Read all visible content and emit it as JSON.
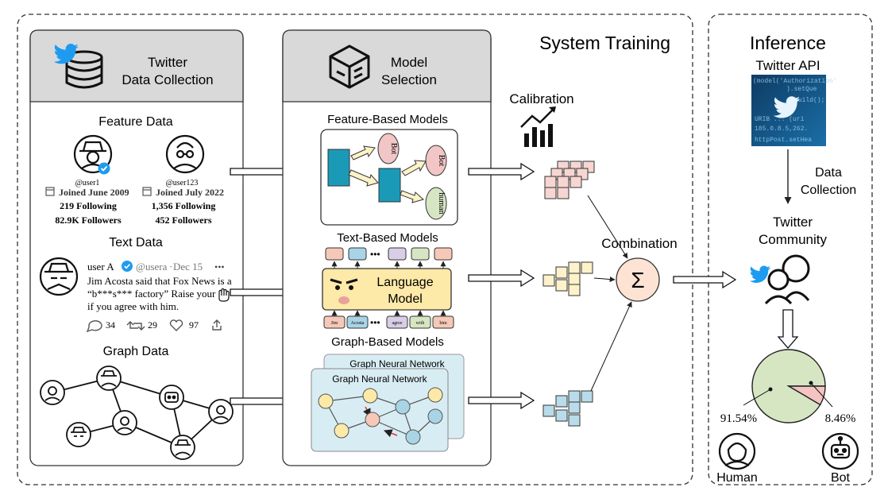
{
  "system_training": {
    "title": "System Training",
    "data_collection": {
      "title_line1": "Twitter",
      "title_line2": "Data Collection"
    },
    "model_selection": {
      "title_line1": "Model",
      "title_line2": "Selection"
    },
    "feature_data": {
      "title": "Feature Data",
      "users": [
        {
          "handle": "@user1",
          "joined": "Joined June 2009",
          "following": "219 Following",
          "followers": "82.9K Followers",
          "verified": true
        },
        {
          "handle": "@user123",
          "joined": "Joined July 2022",
          "following": "1,356 Following",
          "followers": "452 Followers",
          "verified": false
        }
      ]
    },
    "text_data": {
      "title": "Text Data",
      "tweet": {
        "name": "user A",
        "handle": "@usera",
        "date": "Dec 15",
        "menu": "•••",
        "line1": "Jim Acosta said that Fox News is a",
        "line2": "“b***s*** factory” Raise your",
        "line3": "if you agree with him.",
        "replies": "34",
        "retweets": "29",
        "likes": "97"
      }
    },
    "graph_data": {
      "title": "Graph Data"
    },
    "feature_models": {
      "title": "Feature-Based Models",
      "node_labels": [
        "Bot",
        "Bot",
        "human"
      ]
    },
    "text_models": {
      "title": "Text-Based Models",
      "lm_line1": "Language",
      "lm_line2": "Model",
      "ellipsis": "•••",
      "tokens": [
        "Jim",
        "Acosta",
        "agree",
        "with",
        "him"
      ]
    },
    "graph_models": {
      "title": "Graph-Based Models",
      "gnn_back": "Graph Neural Network",
      "gnn_front": "Graph Neural Network"
    },
    "calibration": "Calibration",
    "combination": "Combination",
    "sigma": "Σ"
  },
  "inference": {
    "title": "Inference",
    "api_label": "Twitter API",
    "api_code": [
      "(model('Authorization'",
      ").setQue",
      "build();",
      "URIB  ... (uri",
      "185.0.8.5,262.",
      "httpPost.setHea"
    ],
    "collection_line1": "Data",
    "collection_line2": "Collection",
    "community_line1": "Twitter",
    "community_line2": "Community",
    "pie": {
      "human_pct": "91.54%",
      "bot_pct": "8.46%",
      "human_label": "Human",
      "bot_label": "Bot"
    }
  },
  "chart_data": {
    "type": "pie",
    "slices": [
      {
        "label": "Human",
        "value": 91.54,
        "color": "#d6e6c3"
      },
      {
        "label": "Bot",
        "value": 8.46,
        "color": "#f3c4c1"
      }
    ]
  },
  "colors": {
    "header_gray": "#d9d9d9",
    "twitter_blue": "#1d9bf0",
    "feature_teal": "#1b9ab8",
    "bot_pink": "#f2c6c6",
    "human_green": "#d6e6c3",
    "arrow_cream": "#fdf2c9",
    "lm_yellow": "#fde9a8",
    "gnn_panel": "#d8edf3",
    "graph_node_yellow": "#fde9a8",
    "graph_node_blue": "#a8d4e6",
    "graph_node_pink": "#f6c8b8",
    "sigma_fill": "#fde3d4",
    "pie_human": "#d6e6c3",
    "pie_bot": "#f3c4c1"
  }
}
